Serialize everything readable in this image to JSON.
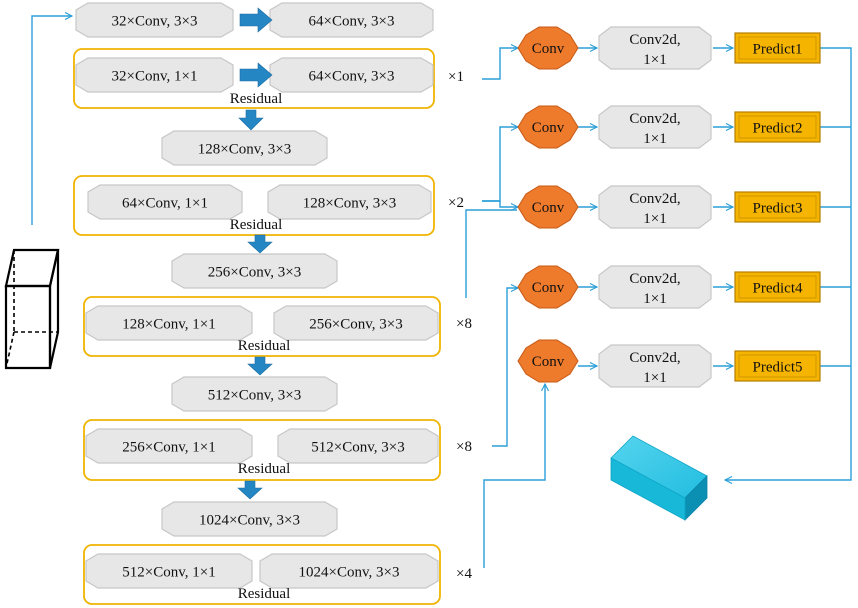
{
  "colors": {
    "connector": "#2a9fd8",
    "residual_border": "#f0b400",
    "conv_node_fill": "#e7e7e7",
    "conv_node_stroke": "#c7c7c7",
    "conv_head_fill": "#ee7a2c",
    "predict_fill": "#f5b400",
    "output_block": "#17b8d8",
    "block_arrow": "#2586c4"
  },
  "backbone": {
    "stem": {
      "first": "32×Conv, 3×3",
      "second": "64×Conv, 3×3"
    },
    "stages": [
      {
        "conv_1x1": "32×Conv, 1×1",
        "conv_3x3": "64×Conv, 3×3",
        "residual": "Residual",
        "repeat": "×1",
        "downsample": "128×Conv, 3×3"
      },
      {
        "conv_1x1": "64×Conv, 1×1",
        "conv_3x3": "128×Conv, 3×3",
        "residual": "Residual",
        "repeat": "×2",
        "downsample": "256×Conv, 3×3"
      },
      {
        "conv_1x1": "128×Conv, 1×1",
        "conv_3x3": "256×Conv, 3×3",
        "residual": "Residual",
        "repeat": "×8",
        "downsample": "512×Conv, 3×3"
      },
      {
        "conv_1x1": "256×Conv, 1×1",
        "conv_3x3": "512×Conv, 3×3",
        "residual": "Residual",
        "repeat": "×8",
        "downsample": "1024×Conv, 3×3"
      },
      {
        "conv_1x1": "512×Conv, 1×1",
        "conv_3x3": "1024×Conv, 3×3",
        "residual": "Residual",
        "repeat": "×4"
      }
    ]
  },
  "heads": [
    {
      "conv": "Conv",
      "conv2d_line1": "Conv2d,",
      "conv2d_line2": "1×1",
      "predict": "Predict1"
    },
    {
      "conv": "Conv",
      "conv2d_line1": "Conv2d,",
      "conv2d_line2": "1×1",
      "predict": "Predict2"
    },
    {
      "conv": "Conv",
      "conv2d_line1": "Conv2d,",
      "conv2d_line2": "1×1",
      "predict": "Predict3"
    },
    {
      "conv": "Conv",
      "conv2d_line1": "Conv2d,",
      "conv2d_line2": "1×1",
      "predict": "Predict4"
    },
    {
      "conv": "Conv",
      "conv2d_line1": "Conv2d,",
      "conv2d_line2": "1×1",
      "predict": "Predict5"
    }
  ]
}
